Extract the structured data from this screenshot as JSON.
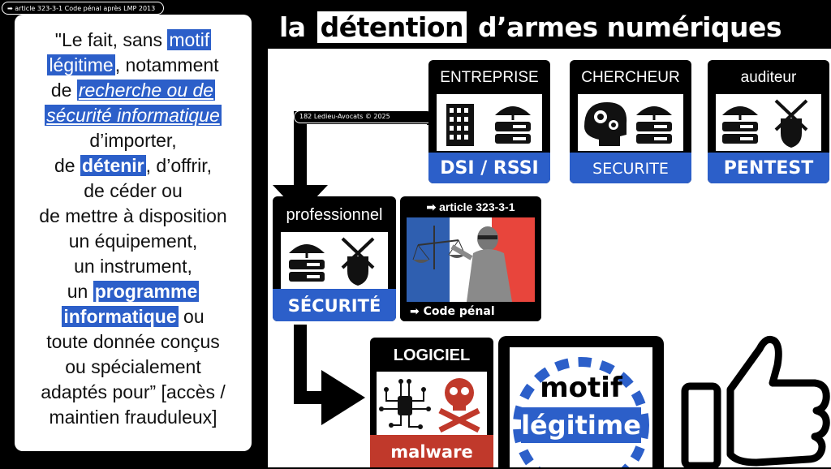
{
  "header": {
    "tagline": "➡  article 323-3-1 Code pénal après LMP 2013",
    "title_part1": "la ",
    "title_boxed": "détention",
    "title_part2": " d’armes numériques"
  },
  "quote": {
    "open": "\"Le fait, sans ",
    "motif": "motif",
    "legitime": "légitime",
    "notamment": ", notamment",
    "de": "de ",
    "recherche": "recherche ou de",
    "securite_info": "sécurité informatique",
    "importer": "d’importer,",
    "de2": "de ",
    "detenir": "détenir",
    "offrir": ", d’offrir,",
    "ceder": "de céder ou",
    "mettre": "de mettre à disposition",
    "equipement": "un équipement,",
    "instrument": "un instrument,",
    "un": "un ",
    "programme": "programme",
    "informatique": "informatique",
    "ou": " ou",
    "donnee": "toute donnée conçus",
    "specialement": "ou spécialement",
    "adaptes": "adaptés pour”  [accès /",
    "maintien": "maintien frauduleux]"
  },
  "badge": {
    "text": "182    Ledieu-Avocats  ©  2025"
  },
  "cards": {
    "entreprise": {
      "head": "ENTREPRISE",
      "foot": "DSI / RSSI"
    },
    "chercheur": {
      "head": "CHERCHEUR",
      "foot": "SECURITE"
    },
    "auditeur": {
      "head": "auditeur",
      "foot": "PENTEST"
    },
    "professionnel": {
      "head": "professionnel",
      "foot": "SÉCURITÉ"
    },
    "article": {
      "head": "➡ article 323-3-1",
      "foot": "➡       Code pénal"
    },
    "logiciel": {
      "head": "LOGICIEL",
      "foot": "malware"
    },
    "motif": {
      "line1": "motif",
      "line2": "légitime"
    }
  },
  "colors": {
    "accent": "#2c5fc9",
    "danger": "#c0392b",
    "flag_blue": "#2f5fb0",
    "flag_red": "#e8453c"
  }
}
